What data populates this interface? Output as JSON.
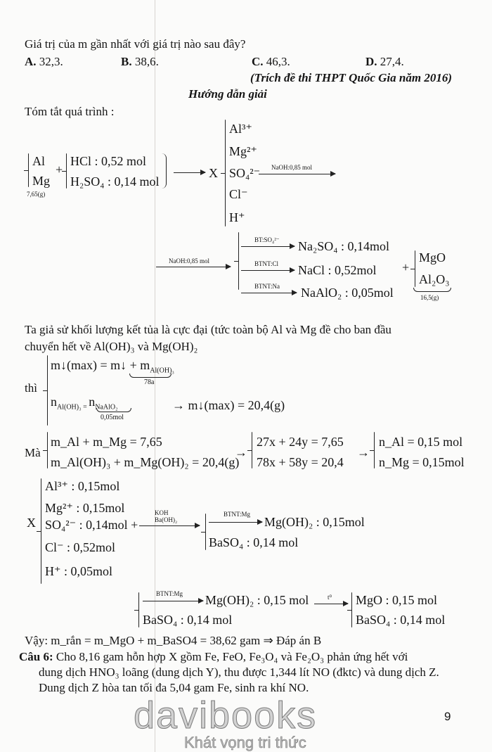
{
  "question": {
    "prompt": "Giá trị của m gần nhất với giá trị nào sau đây?",
    "options": [
      {
        "key": "A.",
        "value": "32,3."
      },
      {
        "key": "B.",
        "value": "38,6."
      },
      {
        "key": "C.",
        "value": "46,3."
      },
      {
        "key": "D.",
        "value": "27,4."
      }
    ],
    "source": "(Trích đề thi THPT Quốc Gia năm 2016)"
  },
  "solution": {
    "heading": "Hướng dẫn giải",
    "summary_label": "Tóm tắt quá trình :",
    "scheme1": {
      "metals": [
        "Al",
        "Mg"
      ],
      "metals_mass": "7,65(g)",
      "plus": "+",
      "acids": [
        "HCl : 0,52 mol",
        "H₂SO₄ : 0,14 mol"
      ],
      "x": "X",
      "ions": [
        "Al³⁺",
        "Mg²⁺",
        "SO₄²⁻",
        "Cl⁻",
        "H⁺"
      ],
      "arrow_label": "NaOH:0,85 mol"
    },
    "scheme2": {
      "arrow_label": "NaOH:0,85 mol",
      "branches": [
        {
          "label": "BT:SO₄²⁻",
          "product": "Na₂SO₄ : 0,14mol"
        },
        {
          "label": "BTNT:Cl",
          "product": "NaCl : 0,52mol"
        },
        {
          "label": "BTNT:Na",
          "product": "NaAlO₂ : 0,05mol"
        }
      ],
      "plus": "+",
      "solids": [
        "MgO",
        "Al₂O₃"
      ],
      "solids_mass": "16,5(g)"
    },
    "paragraph": [
      "Ta giả sử khối lượng kết tủa là cực đại (tức toàn bộ Al và Mg đề cho ban đầu",
      "chuyển hết về Al(OH)₃ và Mg(OH)₂"
    ],
    "thi": {
      "label": "thì",
      "line1": "m↓(max) = m↓ + m",
      "line1_sub": "Al(OH)₃",
      "line1_under": "78a",
      "line2": "n",
      "line2_sub": "Al(OH)₃ = ",
      "line2_b": "n",
      "line2_b_sub": "NaAlO₂",
      "line2_under": "0,05mol",
      "result": "→ m↓(max) = 20,4(g)"
    },
    "ma": {
      "label": "Mà",
      "eq1": "m_Al + m_Mg = 7,65",
      "eq2": "m_Al(OH)₃ + m_Mg(OH)₂ = 20,4(g)",
      "arrow": "→",
      "sys1": "27x + 24y = 7,65",
      "sys2": "78x + 58y = 20,4",
      "res1": "n_Al = 0,15 mol",
      "res2": "n_Mg = 0,15mol"
    },
    "scheme3": {
      "x": "X",
      "ions": [
        "Al³⁺ : 0,15mol",
        "Mg²⁺ : 0,15mol",
        "SO₄²⁻ : 0,14mol +",
        "Cl⁻ : 0,52mol",
        "H⁺ : 0,05mol"
      ],
      "reagents": [
        "KOH",
        "Ba(OH)₂"
      ],
      "branch_label": "BTNT:Mg",
      "product1": "Mg(OH)₂ : 0,15mol",
      "product2": "BaSO₄ : 0,14 mol"
    },
    "scheme4": {
      "branch_label": "BTNT:Mg",
      "product1": "Mg(OH)₂ : 0,15 mol",
      "product2": "BaSO₄ : 0,14 mol",
      "heat_label": "t⁰",
      "final1": "MgO : 0,15 mol",
      "final2": "BaSO₄ : 0,14 mol"
    },
    "conclusion": "Vậy: m_rắn = m_MgO + m_BaSO4 = 38,62 gam ⇒ Đáp án B"
  },
  "next_question": {
    "label": "Câu 6:",
    "lines": [
      "Cho 8,16 gam hỗn hợp X gồm Fe, FeO, Fe₃O₄ và Fe₂O₃ phản ứng hết với",
      "dung dịch HNO₃ loãng (dung dịch Y), thu được 1,344 lít NO (đktc) và dung dịch Z.",
      "Dung dịch Z hòa tan tối đa 5,04 gam Fe, sinh ra khí NO."
    ]
  },
  "page_number": "9",
  "watermark": {
    "brand": "davibooks",
    "slogan": "Khát vọng tri thức"
  }
}
